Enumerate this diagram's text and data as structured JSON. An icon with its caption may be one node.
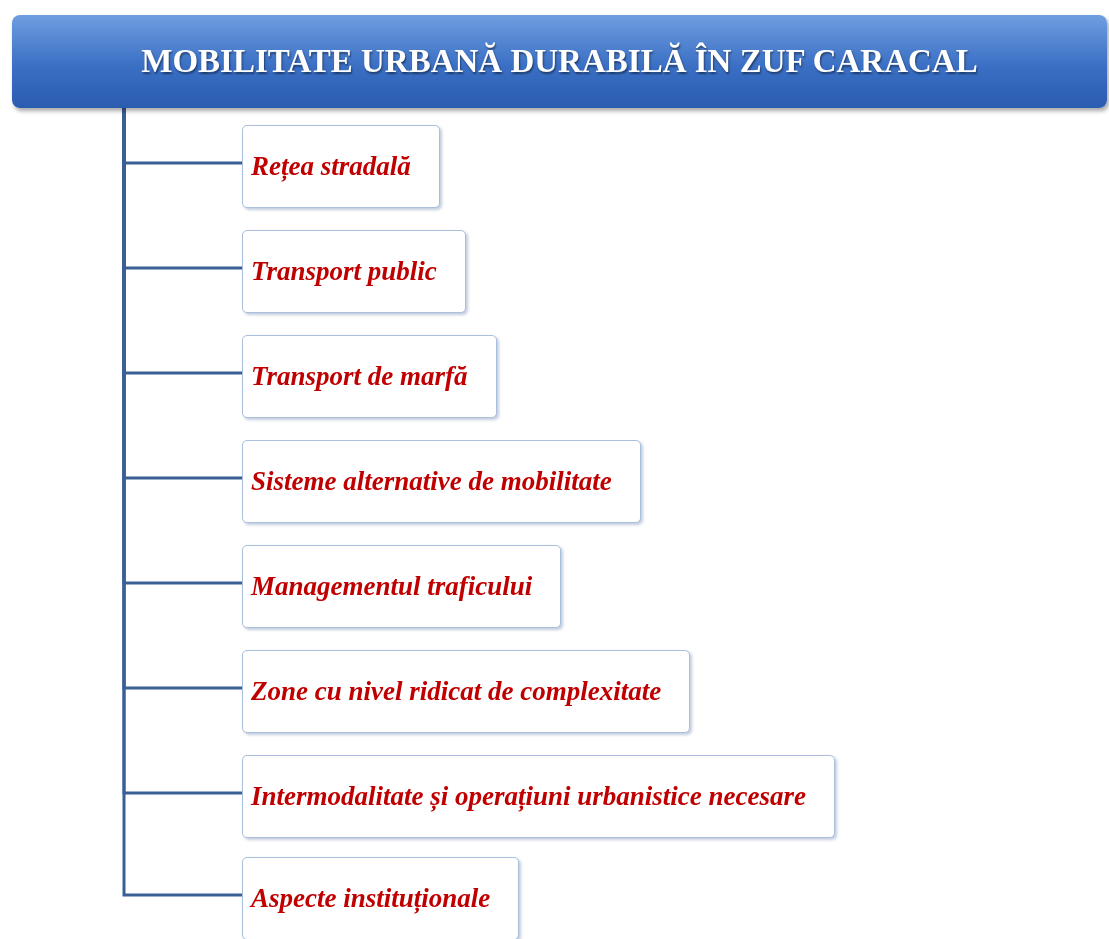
{
  "diagram": {
    "nodes": [
      {
        "text": [
          "MOBILITATE URBANĂ DURABILĂ ÎN ZUF CARACAL"
        ]
      },
      {
        "text": [
          "Rețea stradală"
        ]
      },
      {
        "text": [
          "Transport public"
        ]
      },
      {
        "text": [
          "Transport de marfă"
        ]
      },
      {
        "text": [
          "Sisteme alternative de mobilitate"
        ]
      },
      {
        "text": [
          "Managementul traficului"
        ]
      },
      {
        "text": [
          "Zone cu nivel ridicat de complexitate"
        ]
      },
      {
        "text": [
          "Intermodalitate și operațiuni urbanistice necesare"
        ]
      },
      {
        "text": [
          "Aspecte instituționale"
        ]
      }
    ],
    "edges": [
      {
        "from": 0,
        "to": 1,
        "arrow": "none"
      },
      {
        "from": 0,
        "to": 2,
        "arrow": "none"
      },
      {
        "from": 0,
        "to": 3,
        "arrow": "none"
      },
      {
        "from": 0,
        "to": 4,
        "arrow": "none"
      },
      {
        "from": 0,
        "to": 5,
        "arrow": "none"
      },
      {
        "from": 0,
        "to": 6,
        "arrow": "none"
      },
      {
        "from": 0,
        "to": 7,
        "arrow": "none"
      },
      {
        "from": 0,
        "to": 8,
        "arrow": "none"
      }
    ]
  }
}
